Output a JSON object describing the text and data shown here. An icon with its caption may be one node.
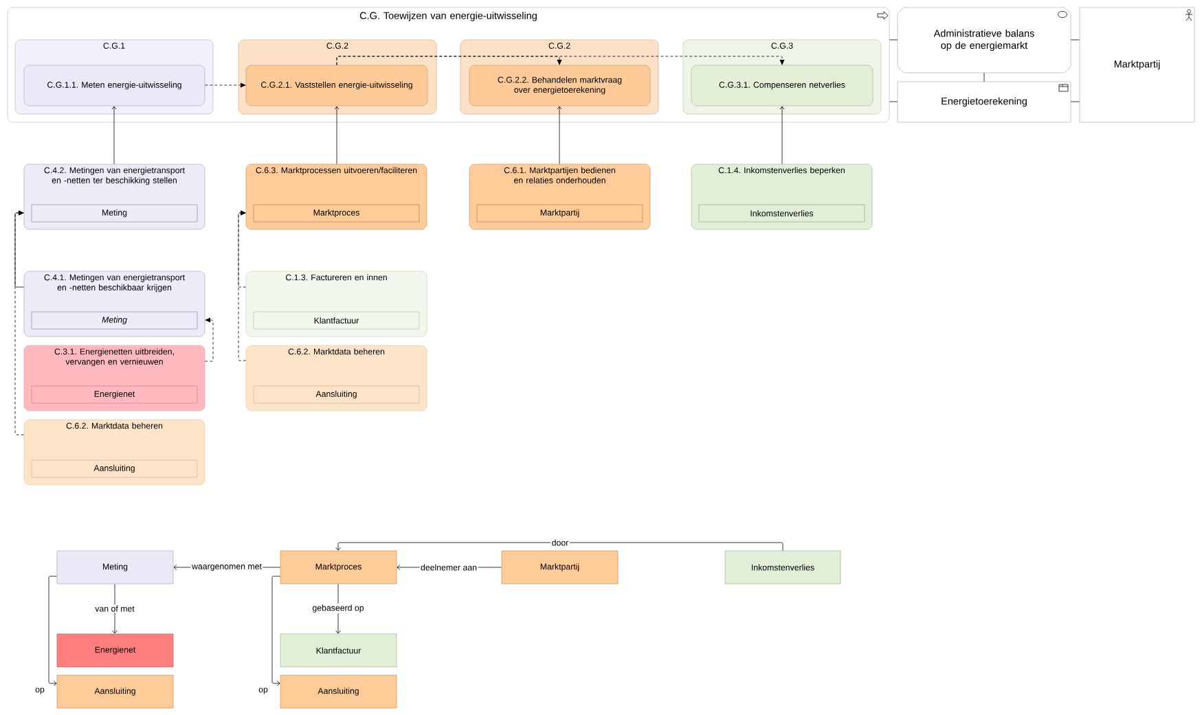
{
  "diagram": {
    "nodes": [
      {
        "text": [
          "C.G. Toewijzen van energie-uitwisseling"
        ]
      },
      {
        "text": [
          "C.G.1"
        ],
        "in": 0
      },
      {
        "text": [
          "C.G.1.1. Meten energie-uitwisseling"
        ],
        "in": 1
      },
      {
        "text": [
          "C.G.2"
        ],
        "in": 0
      },
      {
        "text": [
          "C.G.2.1. Vaststellen energie-uitwisseling"
        ],
        "in": 3
      },
      {
        "text": [
          "C.G.2"
        ],
        "in": 0
      },
      {
        "text": [
          "C.G.2.2. Behandelen marktvraag over energietoerekening"
        ],
        "in": 5
      },
      {
        "text": [
          "C.G.3"
        ],
        "in": 0
      },
      {
        "text": [
          "C.G.3.1. Compenseren netverlies"
        ],
        "in": 7
      },
      {
        "text": [
          "Administratieve balans op de energiemarkt"
        ]
      },
      {
        "text": [
          "Energietoerekening"
        ]
      },
      {
        "text": [
          "Marktpartij"
        ]
      },
      {
        "text": [
          "C.4.2. Metingen van energietransport en -netten ter beschikking stellen"
        ]
      },
      {
        "text": [
          "Meting"
        ],
        "in": 12
      },
      {
        "text": [
          "C.4.1. Metingen van energietransport en -netten beschikbaar krijgen"
        ]
      },
      {
        "text": [
          "*Meting*"
        ],
        "in": 14
      },
      {
        "text": [
          "C.3.1. Energienetten uitbreiden, vervangen en vernieuwen"
        ]
      },
      {
        "text": [
          "Energienet"
        ],
        "in": 16
      },
      {
        "text": [
          "C.6.2. Marktdata beheren"
        ]
      },
      {
        "text": [
          "Aansluiting"
        ],
        "in": 18
      },
      {
        "text": [
          "C.6.3. Marktprocessen uitvoeren/faciliteren"
        ]
      },
      {
        "text": [
          "Marktproces"
        ],
        "in": 20
      },
      {
        "text": [
          "C.1.3. Factureren en innen"
        ]
      },
      {
        "text": [
          "Klantfactuur"
        ],
        "in": 22
      },
      {
        "text": [
          "C.6.2. Marktdata beheren"
        ]
      },
      {
        "text": [
          "Aansluiting"
        ],
        "in": 24
      },
      {
        "text": [
          "C.6.1. Marktpartijen bedienen en relaties onderhouden"
        ]
      },
      {
        "text": [
          "Marktpartij"
        ],
        "in": 26
      },
      {
        "text": [
          "C.1.4. Inkomstenverlies beperken"
        ]
      },
      {
        "text": [
          "Inkomstenverlies"
        ],
        "in": 28
      },
      {
        "text": [
          "Meting"
        ]
      },
      {
        "text": [
          "Marktproces"
        ]
      },
      {
        "text": [
          "Marktpartij"
        ]
      },
      {
        "text": [
          "Inkomstenverlies"
        ]
      },
      {
        "text": [
          "Energienet"
        ]
      },
      {
        "text": [
          "Klantfactuur"
        ]
      },
      {
        "text": [
          "Aansluiting"
        ]
      },
      {
        "text": [
          "Aansluiting"
        ]
      }
    ],
    "edges": [
      {
        "from": 2,
        "to": 4,
        "arrow": "to",
        "style": "dashed"
      },
      {
        "from": 4,
        "to": 6,
        "arrow": "to",
        "style": "dashed"
      },
      {
        "from": 4,
        "to": 8,
        "arrow": "to",
        "style": "dashed"
      },
      {
        "from": 12,
        "to": 2,
        "arrow": "to"
      },
      {
        "from": 20,
        "to": 4,
        "arrow": "to"
      },
      {
        "from": 26,
        "to": 6,
        "arrow": "to"
      },
      {
        "from": 28,
        "to": 8,
        "arrow": "to"
      },
      {
        "from": 14,
        "to": 12,
        "arrow": "to"
      },
      {
        "from": 18,
        "to": 12,
        "arrow": "to",
        "style": "dashed"
      },
      {
        "from": 16,
        "to": 14,
        "arrow": "to",
        "style": "dashed"
      },
      {
        "from": 22,
        "to": 20,
        "arrow": "to",
        "style": "dashed"
      },
      {
        "from": 24,
        "to": 20,
        "arrow": "to",
        "style": "dashed"
      },
      {
        "from": 0,
        "to": 9,
        "arrow": "none"
      },
      {
        "from": 0,
        "to": 10,
        "arrow": "none"
      },
      {
        "from": 9,
        "to": 10,
        "arrow": "none"
      },
      {
        "from": 9,
        "to": 11,
        "arrow": "none"
      },
      {
        "from": 10,
        "to": 11,
        "arrow": "none"
      },
      {
        "from": 31,
        "to": 30,
        "arrow": "to",
        "label": "waargenomen met"
      },
      {
        "from": 30,
        "to": 34,
        "arrow": "to",
        "label": "van of met"
      },
      {
        "from": 30,
        "to": 36,
        "arrow": "to",
        "label": "op"
      },
      {
        "from": 31,
        "to": 35,
        "arrow": "to",
        "label": "gebaseerd op"
      },
      {
        "from": 31,
        "to": 37,
        "arrow": "to",
        "label": "op"
      },
      {
        "from": 32,
        "to": 31,
        "arrow": "to",
        "label": "deelnemer aan"
      },
      {
        "from": 33,
        "to": 31,
        "arrow": "to",
        "label": "door"
      }
    ]
  }
}
